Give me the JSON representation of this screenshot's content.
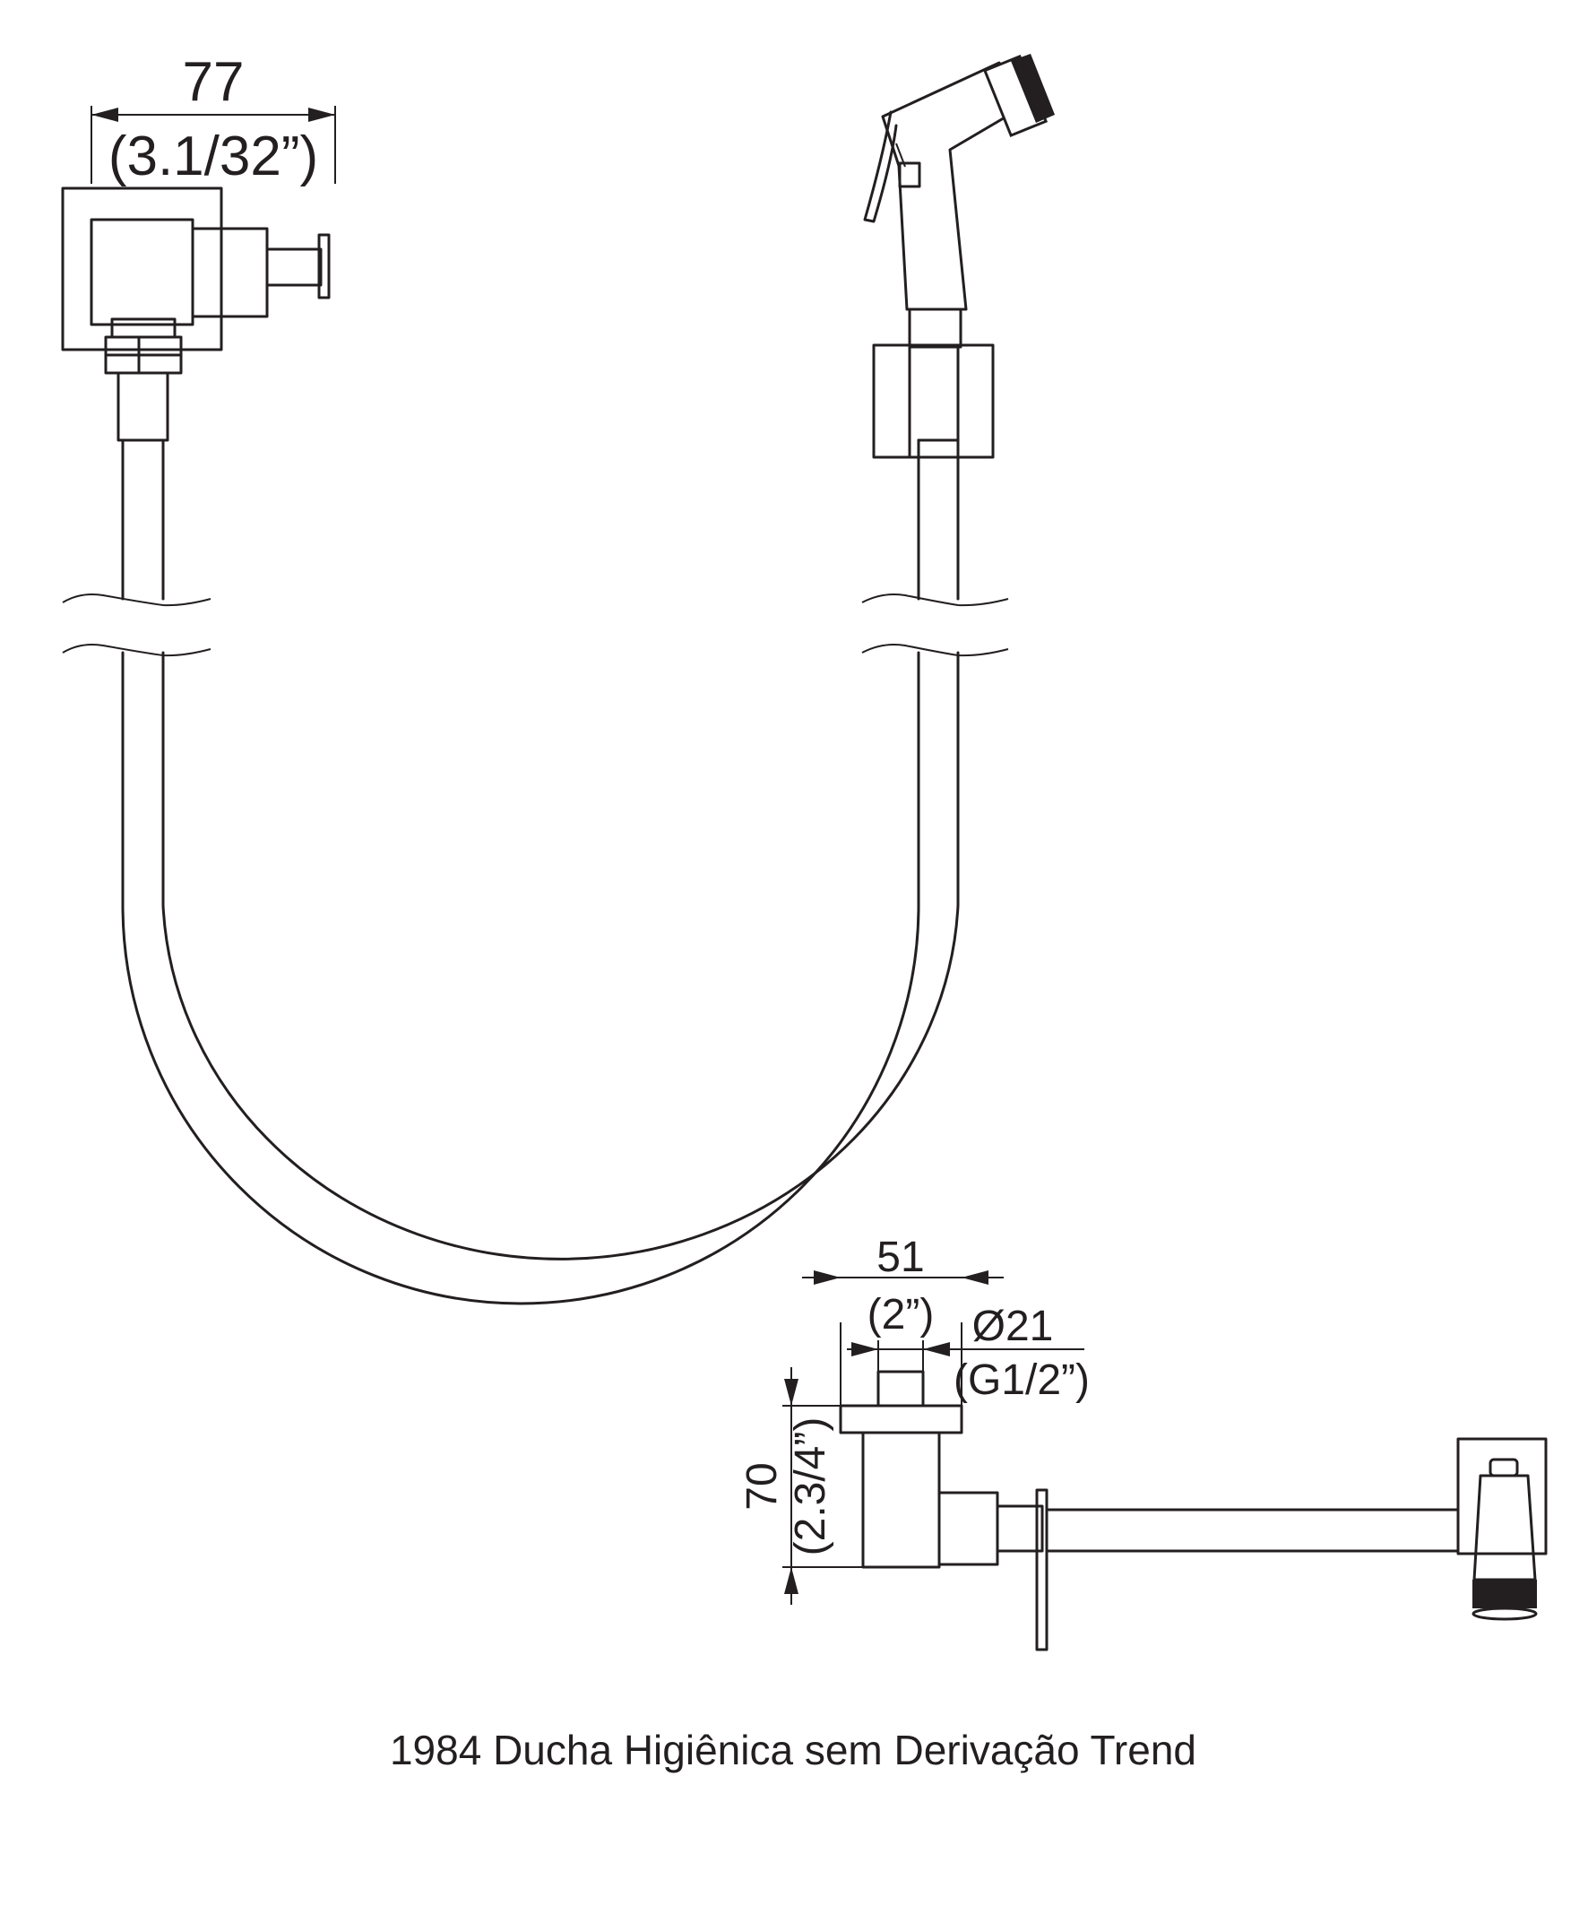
{
  "dimensions": {
    "width_top": {
      "mm": "77",
      "inch": "(3.1/32”)"
    },
    "width_side": {
      "mm": "51",
      "inch": "(2”)"
    },
    "diameter": {
      "mm": "Ø21",
      "thread": "(G1/2”)"
    },
    "height": {
      "mm": "70",
      "inch": "(2.3/4”)"
    }
  },
  "caption": "1984 Ducha Higiênica sem Derivação Trend",
  "colors": {
    "line": "#231f20",
    "background": "#ffffff"
  }
}
